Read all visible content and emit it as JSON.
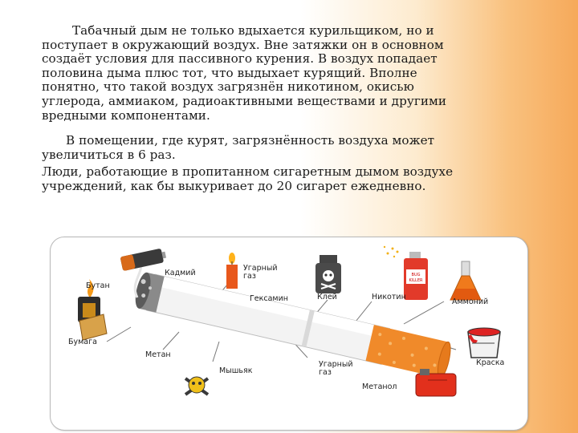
{
  "text": {
    "paragraph1": "Табачный дым не только вдыхается курильщиком, но и\nпоступает в окружающий воздух. Вне затяжки он в основном\nсоздаёт условия для пассивного курения. В воздух попадает\nполовина дыма плюс тот, что выдыхает курящий. Вполне\nпонятно, что такой воздух загрязнён никотином, окисью\nуглерода, аммиаком, радиоактивными веществами и другими\nвредными компонентами.",
    "paragraph2": "В помещении, где курят, загрязнённость воздуха может\nувеличиться в 6 раз.",
    "paragraph3": "Люди, работающие в пропитанном сигаретным дымом воздухе\nучреждений, как бы выкуривает до 20 сигарет ежедневно."
  },
  "diagram": {
    "labels": {
      "cadmium": "Кадмий",
      "carbon_monoxide_top": "Угарный\nгаз",
      "butane": "Бутан",
      "hexamine": "Гексамин",
      "glue": "Клей",
      "nicotine": "Никотин",
      "ammonia": "Аммоний",
      "paper": "Бумага",
      "methane": "Метан",
      "paint": "Краска",
      "arsenic": "Мышьяк",
      "carbon_monoxide_bottom": "Угарный\nгаз",
      "methanol": "Метанол"
    },
    "can_label": "BUG\nKILLER"
  }
}
